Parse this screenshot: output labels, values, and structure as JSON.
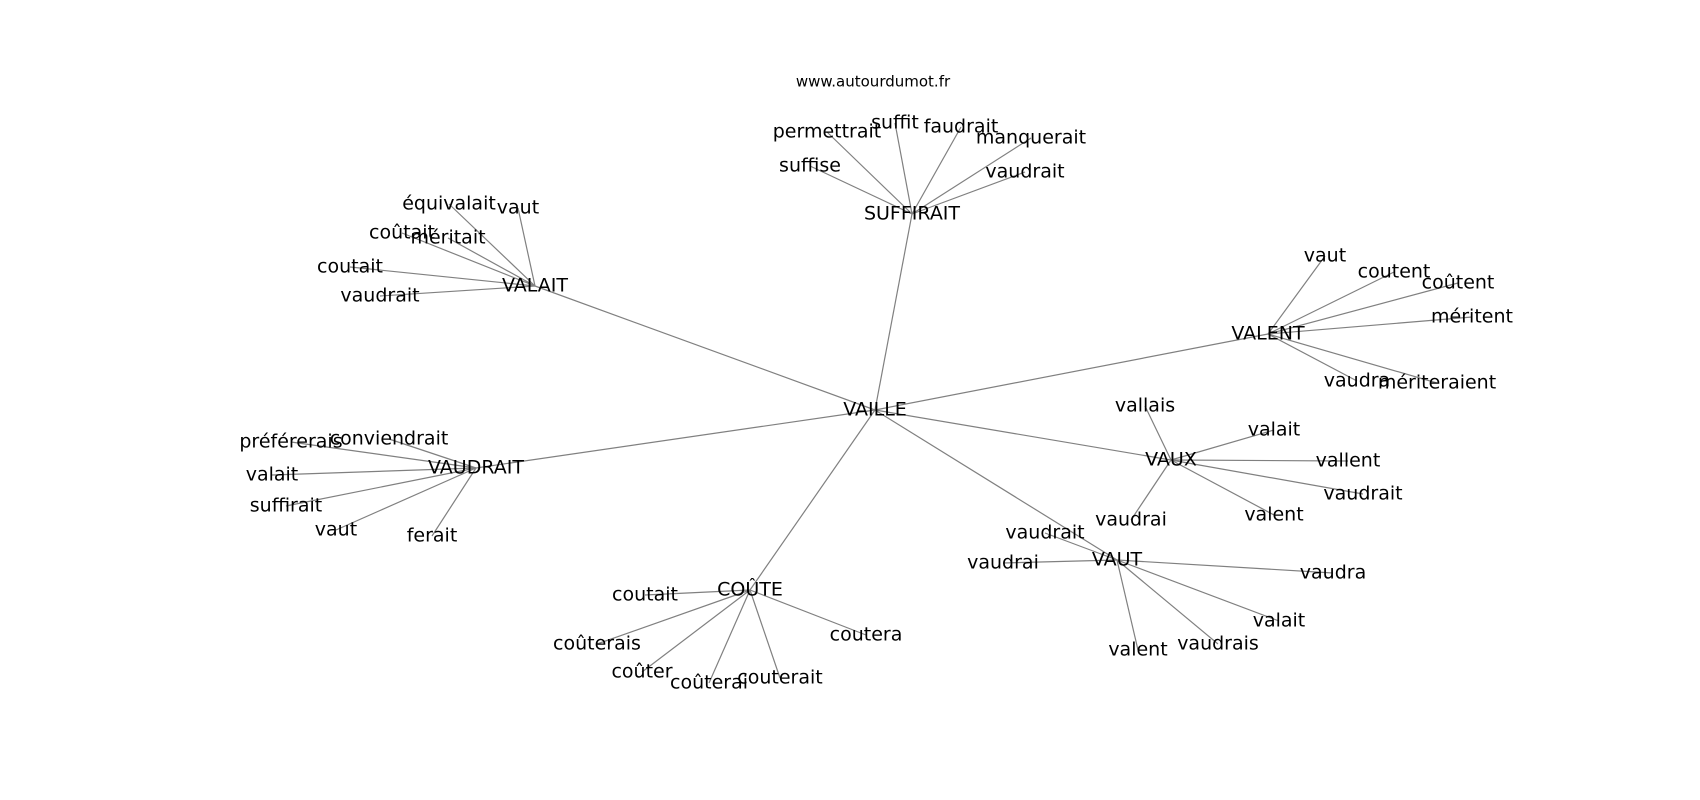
{
  "watermark": "www.autourdumot.fr",
  "graph": {
    "root": "VAILLE",
    "hubs": [
      {
        "word": "SUFFIRAIT",
        "neighbors": [
          "permettrait",
          "suffit",
          "faudrait",
          "manquerait",
          "suffise",
          "vaudrait"
        ]
      },
      {
        "word": "VALAIT",
        "neighbors": [
          "équivalait",
          "vaut",
          "coûtait",
          "méritait",
          "coutait",
          "vaudrait"
        ]
      },
      {
        "word": "VALENT",
        "neighbors": [
          "vaut",
          "coutent",
          "coûtent",
          "méritent",
          "vaudra",
          "mériteraient"
        ]
      },
      {
        "word": "VAUDRAIT",
        "neighbors": [
          "préférerais",
          "conviendrait",
          "valait",
          "suffirait",
          "vaut",
          "ferait"
        ]
      },
      {
        "word": "VAUX",
        "neighbors": [
          "vallais",
          "valait",
          "vallent",
          "vaudrait",
          "vaudrai",
          "valent"
        ]
      },
      {
        "word": "VAUT",
        "neighbors": [
          "vaudrait",
          "vaudrai",
          "vaudra",
          "valait",
          "vaudrais",
          "valent"
        ]
      },
      {
        "word": "COÛTE",
        "neighbors": [
          "coutait",
          "coûterais",
          "coutera",
          "coûter",
          "coûterai",
          "couterait"
        ]
      }
    ]
  }
}
